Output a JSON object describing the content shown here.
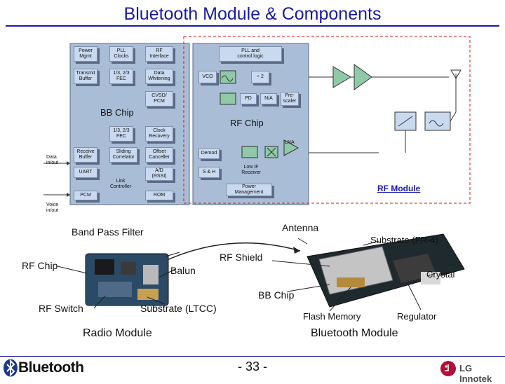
{
  "title": "Bluetooth Module & Components",
  "diagram": {
    "bb_chip_label": "BB Chip",
    "rf_chip_label": "RF Chip",
    "rf_module_label": "RF Module",
    "data_io": "Data\nin/out",
    "voice_io": "Voice\nin/out",
    "bb_blocks": [
      {
        "id": "power-mgmt",
        "label": "Power\nMgmt"
      },
      {
        "id": "pll-clocks",
        "label": "PLL\nClocks"
      },
      {
        "id": "rf-interface",
        "label": "RF\nInterface"
      },
      {
        "id": "transmit-buffer",
        "label": "Transmit\nBuffer"
      },
      {
        "id": "fec-tx",
        "label": "1/3, 2/3\nFEC"
      },
      {
        "id": "data-whitening",
        "label": "Data\nWhitening"
      },
      {
        "id": "cvsd-pcm",
        "label": "CVSD/\nPCM"
      },
      {
        "id": "fec-rx",
        "label": "1/3, 2/3\nFEC"
      },
      {
        "id": "clock-recovery",
        "label": "Clock\nRecovery"
      },
      {
        "id": "receive-buffer",
        "label": "Receive\nBuffer"
      },
      {
        "id": "sliding-correlator",
        "label": "Sliding\nCorrelator"
      },
      {
        "id": "offset-canceller",
        "label": "Offset\nCanceller"
      },
      {
        "id": "uart",
        "label": "UART"
      },
      {
        "id": "ad-rssi",
        "label": "A/D\n(RSSI)"
      },
      {
        "id": "link-controller",
        "label": "Link\nController"
      },
      {
        "id": "pcm",
        "label": "PCM"
      },
      {
        "id": "rom",
        "label": "ROM"
      }
    ],
    "rf_blocks": [
      {
        "id": "pll-control",
        "label": "PLL and\ncontrol logic"
      },
      {
        "id": "vco",
        "label": "VCO"
      },
      {
        "id": "div2",
        "label": "÷ 2"
      },
      {
        "id": "pd",
        "label": "PD"
      },
      {
        "id": "na",
        "label": "N/A"
      },
      {
        "id": "prescaler",
        "label": "Pre-\nscaler"
      },
      {
        "id": "lna",
        "label": "LNA"
      },
      {
        "id": "demod",
        "label": "Demod"
      },
      {
        "id": "sh",
        "label": "S & H"
      },
      {
        "id": "low-if",
        "label": "Low IF\nReceiver"
      },
      {
        "id": "power-management",
        "label": "Power\nManagement"
      }
    ]
  },
  "photo_labels": {
    "band_pass_filter": "Band Pass Filter",
    "antenna": "Antenna",
    "substrate_fr4": "Substrate (FR-4)",
    "rf_shield": "RF Shield",
    "rf_chip": "RF Chip",
    "balun": "Balun",
    "crystal": "Crystal",
    "bb_chip": "BB Chip",
    "rf_switch": "RF Switch",
    "substrate_ltcc": "Substrate (LTCC)",
    "flash_memory": "Flash Memory",
    "regulator": "Regulator"
  },
  "links": {
    "radio_module": "Radio Module",
    "bluetooth_module": "Bluetooth Module"
  },
  "footer": {
    "page_number": "- 33 -",
    "bluetooth_logo_text": "Bluetooth",
    "lg_logo_text": "LG Innotek"
  },
  "colors": {
    "title": "#1a1aa8",
    "block_fill": "#c9d9ef",
    "rf_block_fill": "#8fc9a8",
    "chip_region": "#a9bdd6"
  }
}
